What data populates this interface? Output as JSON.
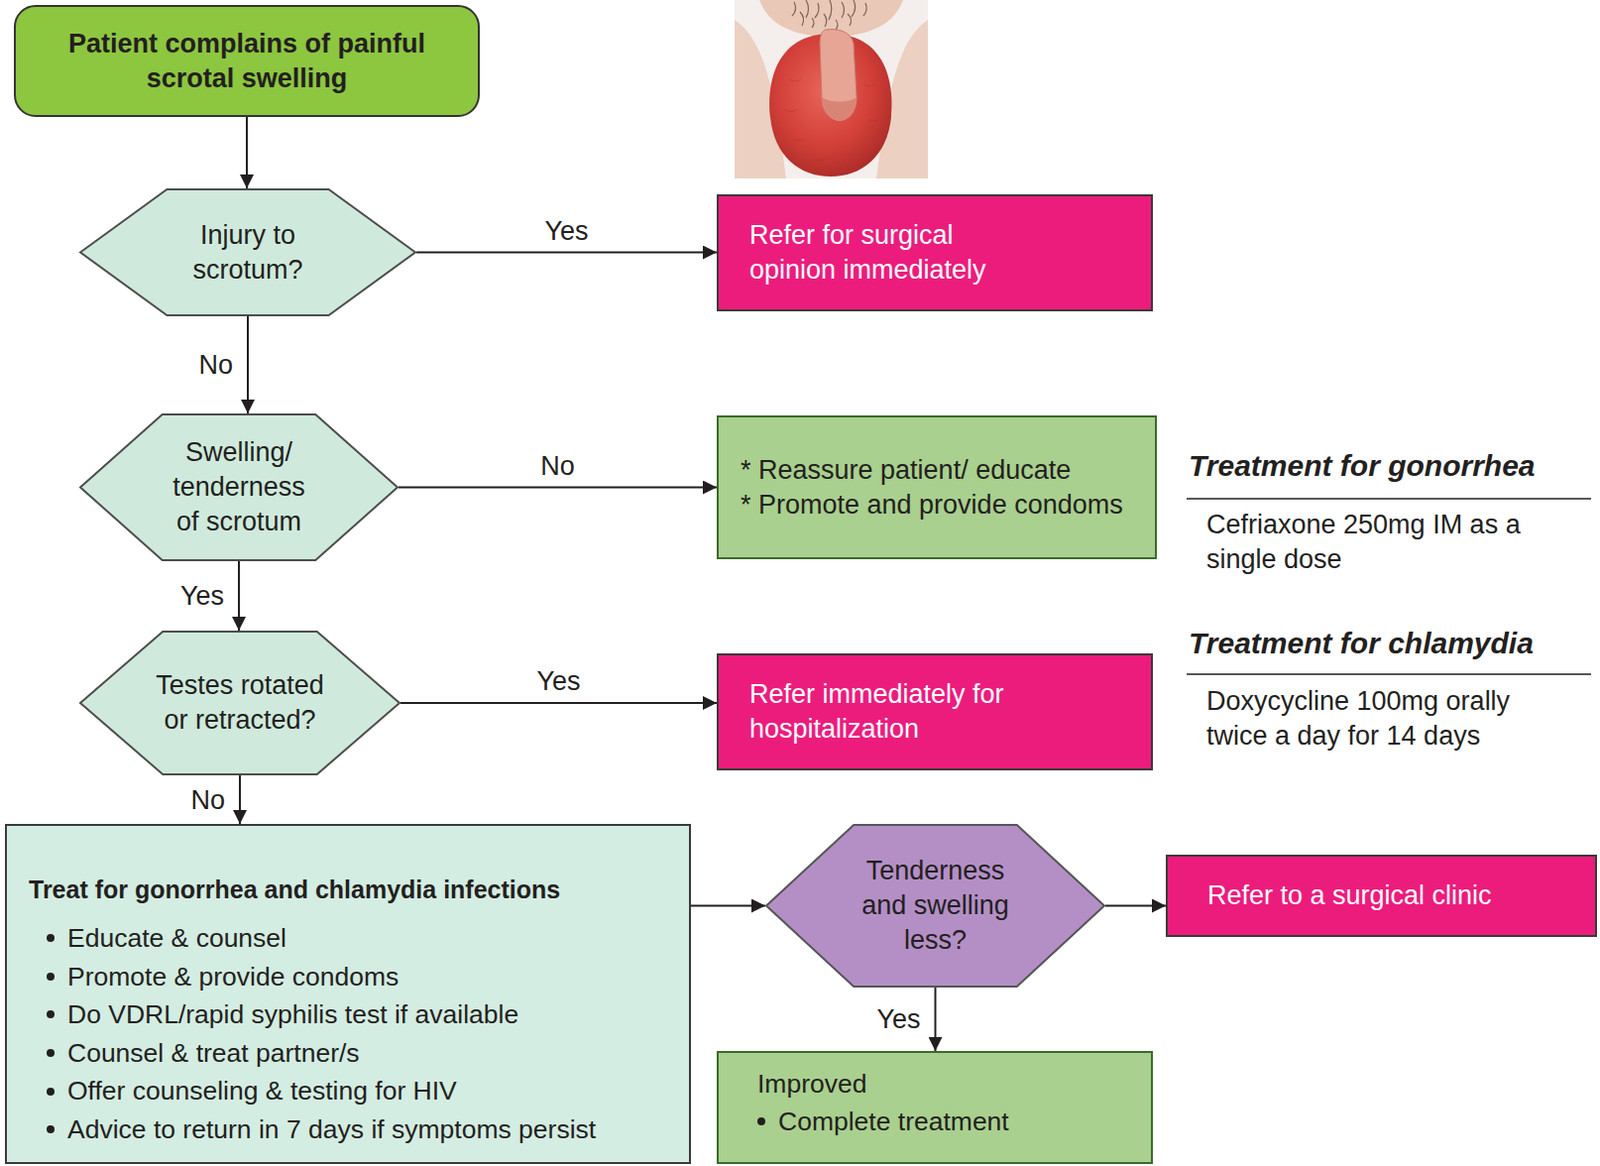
{
  "diagram": {
    "nodes": [
      {
        "text": [
          "Patient complains of painful scrotal swelling"
        ]
      },
      {
        "text": [
          "Injury to scrotum?"
        ]
      },
      {
        "text": [
          "Refer for surgical opinion immediately"
        ]
      },
      {
        "text": [
          "Swelling/ tenderness of scrotum"
        ]
      },
      {
        "text": [
          "* Reassure patient/ educate",
          "* Promote and provide condoms"
        ]
      },
      {
        "text": [
          "Testes rotated or retracted?"
        ]
      },
      {
        "text": [
          "Refer immediately for hospitalization"
        ]
      },
      {
        "text": [
          "Treat for gonorrhea and chlamydia infections",
          "Educate & counsel",
          "Promote & provide condoms",
          "Do VDRL/rapid syphilis test if available",
          "Counsel & treat partner/s",
          "Offer counseling & testing for HIV",
          "Advice to return in 7 days if symptoms persist"
        ]
      },
      {
        "text": [
          "Tenderness and swelling less?"
        ]
      },
      {
        "text": [
          "Refer to a surgical clinic"
        ]
      },
      {
        "text": [
          "Improved",
          "Complete treatment"
        ]
      }
    ],
    "edges": [
      {
        "from": 0,
        "to": 1,
        "arrow": "to"
      },
      {
        "from": 1,
        "to": 2,
        "label": "Yes",
        "arrow": "to"
      },
      {
        "from": 1,
        "to": 3,
        "label": "No",
        "arrow": "to"
      },
      {
        "from": 3,
        "to": 4,
        "label": "No",
        "arrow": "to"
      },
      {
        "from": 3,
        "to": 5,
        "label": "Yes",
        "arrow": "to"
      },
      {
        "from": 5,
        "to": 6,
        "label": "Yes",
        "arrow": "to"
      },
      {
        "from": 5,
        "to": 7,
        "label": "No",
        "arrow": "to"
      },
      {
        "from": 7,
        "to": 8,
        "arrow": "to"
      },
      {
        "from": 8,
        "to": 9,
        "arrow": "to"
      },
      {
        "from": 8,
        "to": 10,
        "label": "Yes",
        "arrow": "to"
      }
    ],
    "labels": [
      "Treatment for gonorrhea",
      "Cefriaxone 250mg IM as a single dose",
      "Treatment for chlamydia",
      "Doxycycline 100mg orally twice a day for 14 days"
    ]
  }
}
